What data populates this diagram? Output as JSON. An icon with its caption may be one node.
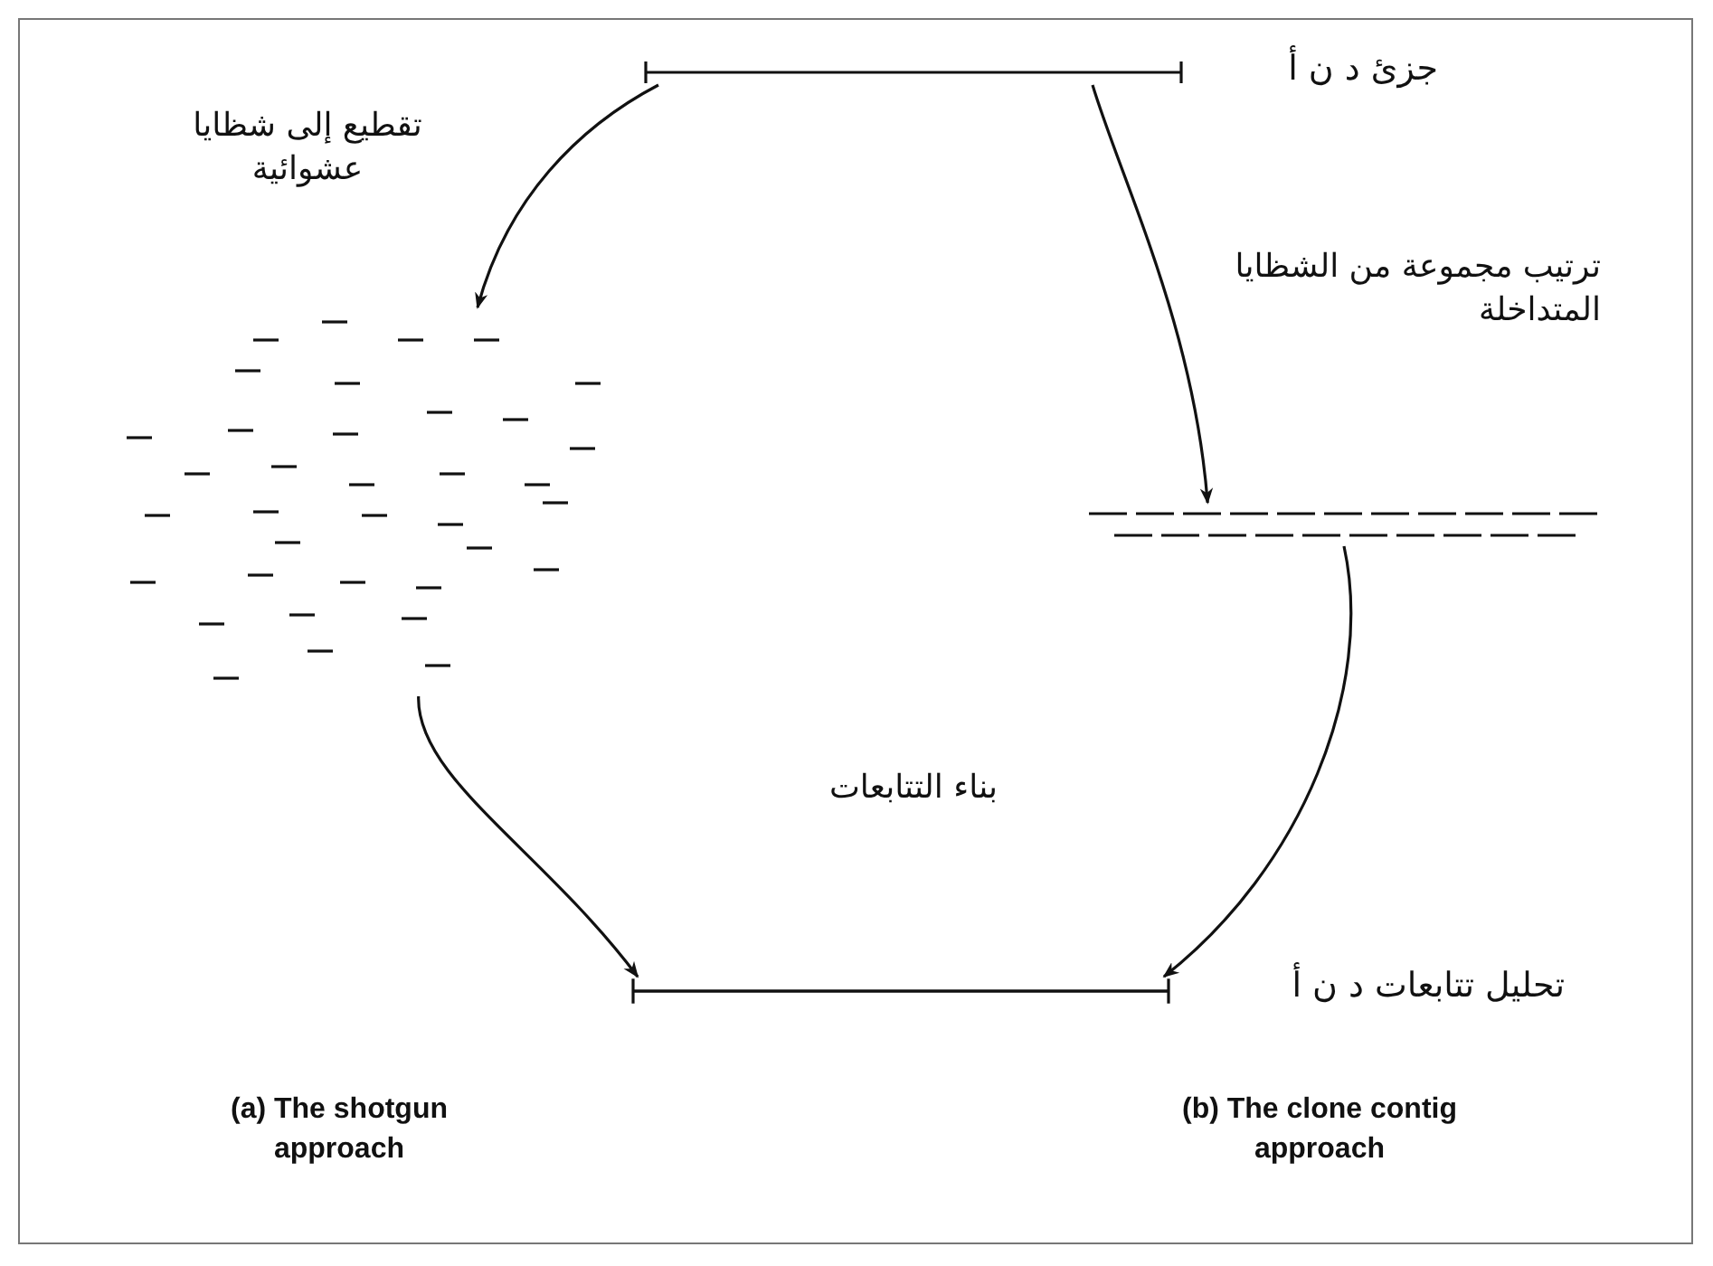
{
  "diagram": {
    "nodes": [
      {
        "text": [],
        "shape": "bar",
        "beside": [
          "جزئ د ن أ"
        ]
      },
      {
        "text": [],
        "shape": "picture"
      },
      {
        "text": [],
        "shape": "picture"
      },
      {
        "text": [],
        "shape": "bar",
        "beside": [
          "تحليل تتابعات د ن أ"
        ]
      }
    ],
    "edges": [
      {
        "from": 0,
        "to": 1,
        "arrow": "to"
      },
      {
        "from": 0,
        "to": 2,
        "arrow": "to"
      },
      {
        "from": 1,
        "to": 3,
        "arrow": "to"
      },
      {
        "from": 2,
        "to": 3,
        "arrow": "to"
      }
    ],
    "labels": [
      "تقطيع إلى شظايا عشوائية",
      "ترتيب مجموعة من الشظايا المتداخلة",
      "بناء التتابعات",
      "(a) The shotgun approach",
      "(b) The clone contig approach"
    ]
  }
}
